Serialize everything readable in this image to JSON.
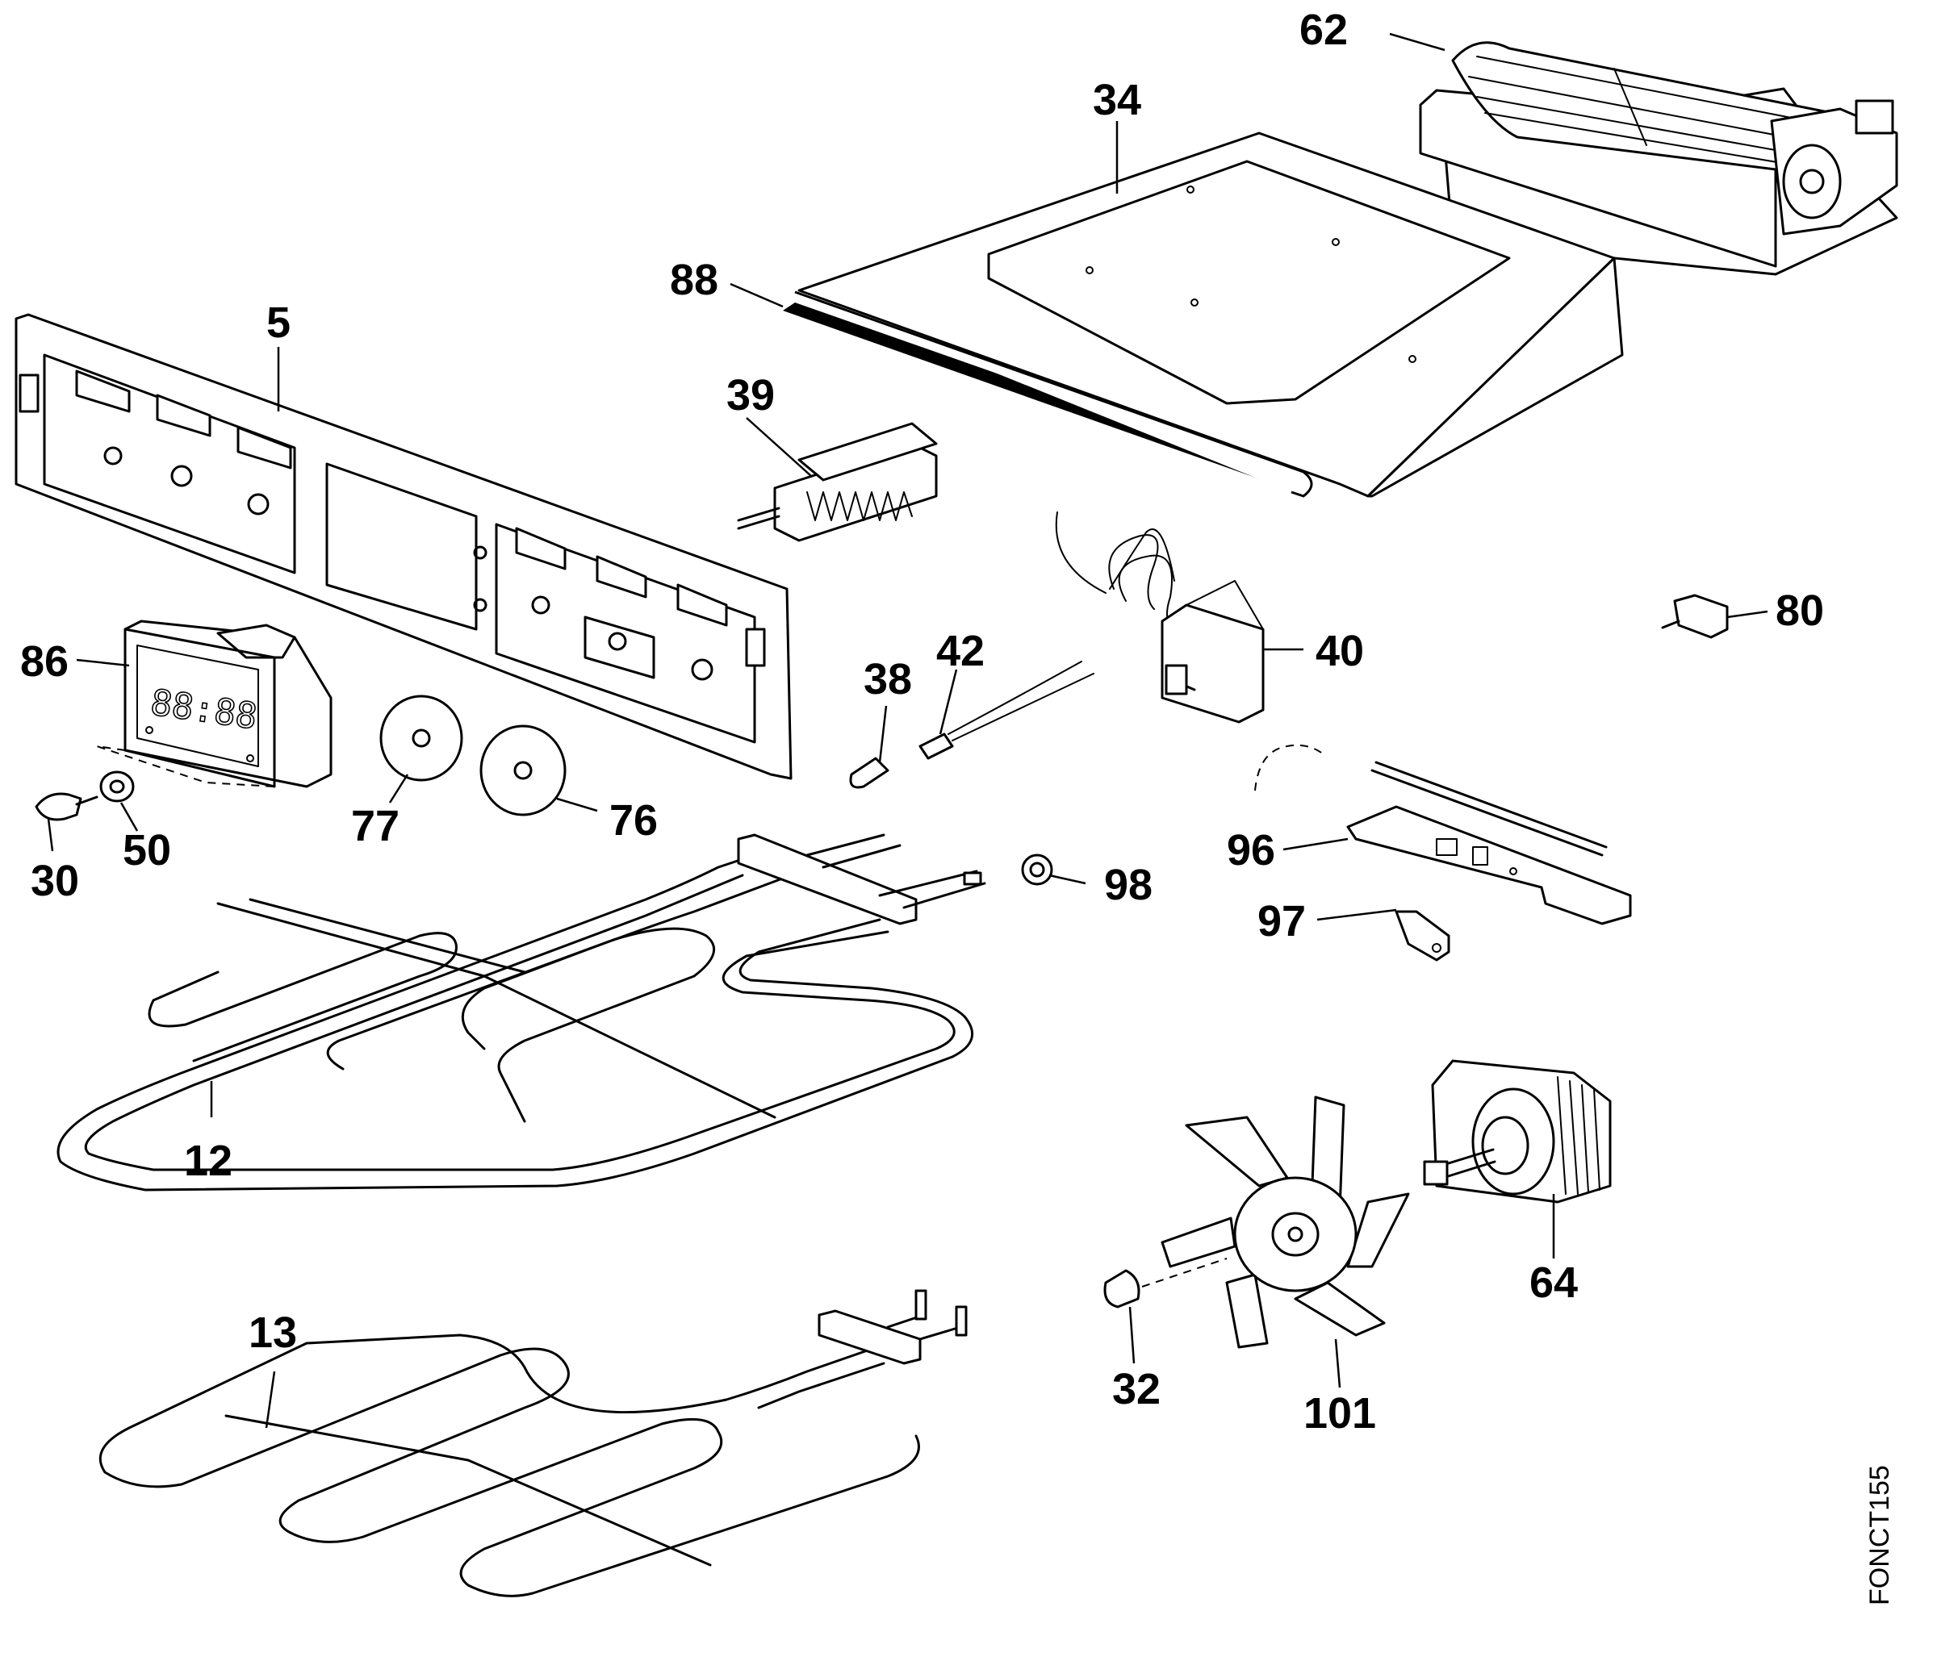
{
  "diagram": {
    "reference_code": "FONCT155",
    "display_readout": "88:88",
    "callouts": [
      "62",
      "34",
      "88",
      "5",
      "39",
      "86",
      "38",
      "42",
      "40",
      "80",
      "77",
      "76",
      "30",
      "50",
      "96",
      "98",
      "97",
      "12",
      "64",
      "13",
      "32",
      "101"
    ]
  }
}
